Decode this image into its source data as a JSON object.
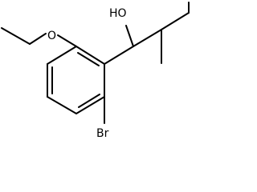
{
  "molecule": {
    "atoms": {
      "hydroxyl": "HO",
      "ether_oxygen": "O",
      "bromine": "Br"
    },
    "colors": {
      "bond": "#000000",
      "label": "#000000",
      "background": "#ffffff"
    }
  }
}
